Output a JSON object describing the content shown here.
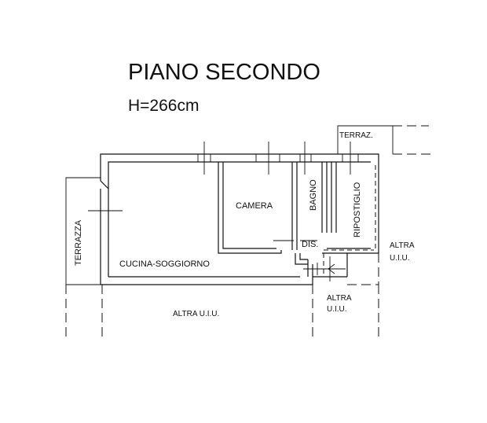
{
  "title": "PIANO SECONDO",
  "height_label": "H=266cm",
  "rooms": {
    "camera": "CAMERA",
    "bagno": "BAGNO",
    "ripostiglio": "RIPOSTIGLIO",
    "cucina": "CUCINA-SOGGIORNO",
    "dis": "DIS.",
    "terrazza": "TERRAZZA",
    "terraz": "TERRAZ."
  },
  "neighbors": {
    "altra_bottom": "ALTRA U.I.U.",
    "altra_right_1": "ALTRA",
    "altra_right_2": "U.I.U.",
    "altra_center_1": "ALTRA",
    "altra_center_2": "U.I.U."
  }
}
